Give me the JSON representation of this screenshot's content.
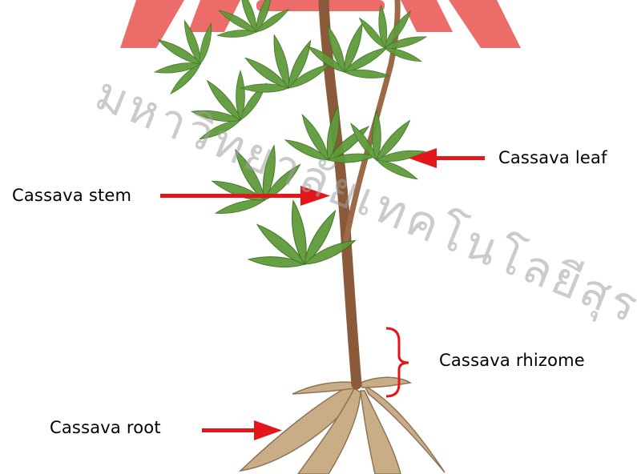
{
  "watermark": {
    "text": "มหาวิทยาลัยเทคโนโลยีสุรนารี"
  },
  "labels": {
    "leaf": "Cassava leaf",
    "stem": "Cassava stem",
    "rhizome": "Cassava rhizome",
    "root": "Cassava root"
  },
  "colors": {
    "arrow": "#e3171b",
    "watermark_emblem": "#e8534f",
    "leaf": "#5f9a3a",
    "stem": "#8a5a3a",
    "root": "#c9ad86",
    "text": "#000000"
  }
}
